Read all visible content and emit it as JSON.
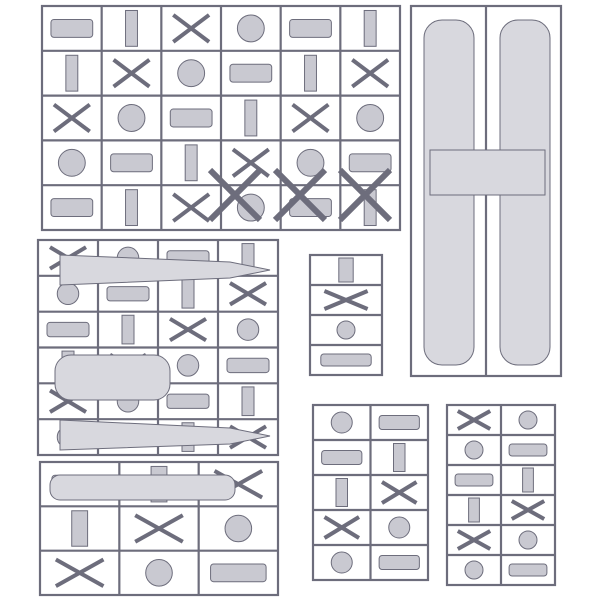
{
  "colors": {
    "background": "#ffffff",
    "plastic": "#c9c9d1",
    "plastic_light": "#d8d8de",
    "outline": "#6d6d7c"
  },
  "sprues": [
    {
      "id": "fuselage-details-sprue"
    },
    {
      "id": "wings-sprue"
    },
    {
      "id": "fuselage-halves-sprue"
    },
    {
      "id": "small-parts-sprue"
    },
    {
      "id": "engine-sprue"
    },
    {
      "id": "struts-sprue-left"
    },
    {
      "id": "struts-sprue-right"
    }
  ]
}
